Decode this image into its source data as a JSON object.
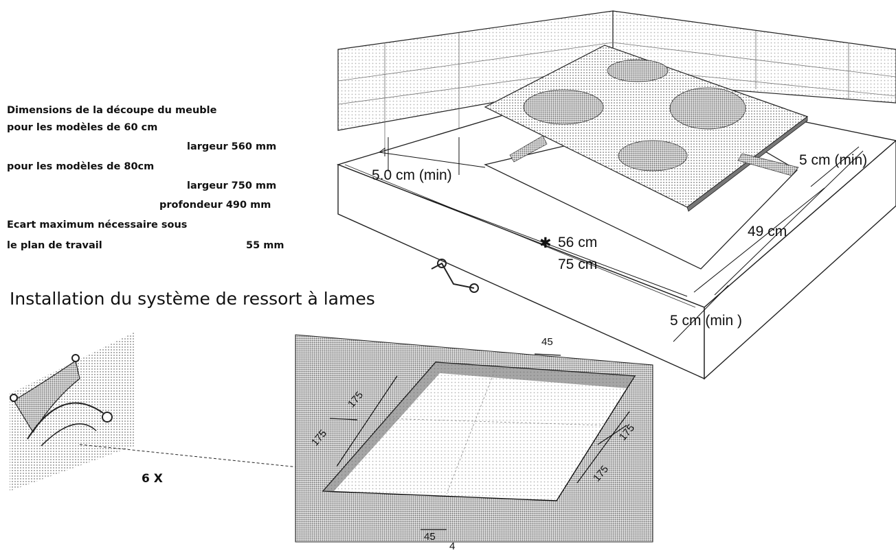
{
  "specs": {
    "title": "Dimensions de la découpe du meuble",
    "model60_label": "pour les modèles de 60 cm",
    "model60_width": "largeur 560 mm",
    "model80_label": "pour les modèles de 80cm",
    "model80_width": "largeur 750 mm",
    "model80_depth": "profondeur 490 mm",
    "gap_label_1": "Ecart maximum nécessaire sous",
    "gap_label_2": "le plan de travail",
    "gap_value": "55 mm"
  },
  "section_heading": "Installation du système de ressort à lames",
  "countertop_dimensions": {
    "left_margin": "5.0 cm (min)",
    "right_margin": "5 cm (min)",
    "front_margin": "5 cm (min )",
    "depth": "49 cm",
    "width_60": "56 cm",
    "width_80": "75 cm",
    "asterisk": "✱"
  },
  "cutout_dimensions": {
    "top_gap": "45",
    "bottom_gap": "45",
    "edge_thickness": "4",
    "left_upper": "175",
    "left_lower": "175",
    "right_upper": "175",
    "right_lower": "175"
  },
  "quantity": "6 X",
  "colors": {
    "ink": "#111111",
    "dot_gray": "#bdbdbd",
    "dark_gray": "#8a8a8a"
  }
}
